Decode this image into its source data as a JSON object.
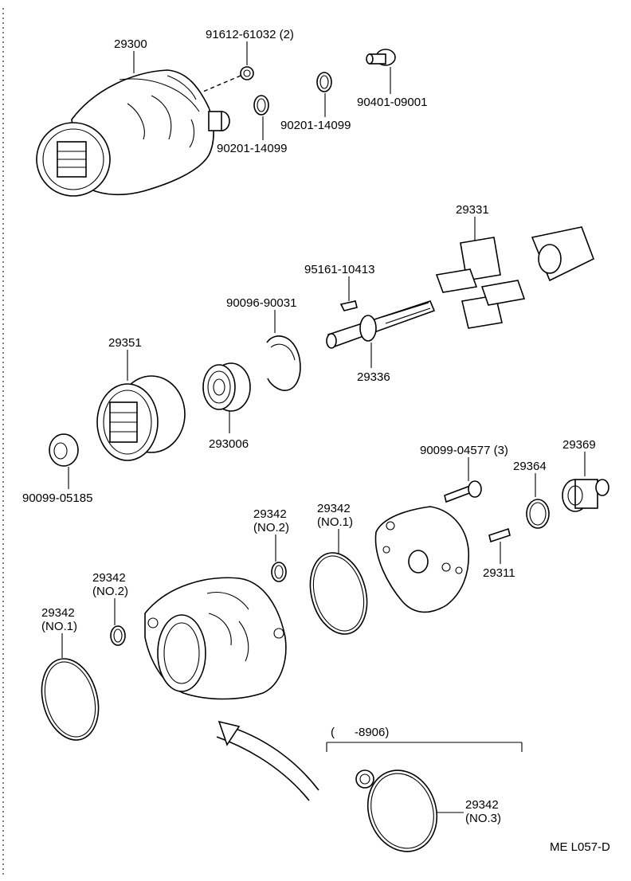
{
  "diagram_code": "ME L057-D",
  "parts": {
    "p29300": "29300",
    "p91612": "91612-61032 (2)",
    "p90401": "90401-09001",
    "p90201a": "90201-14099",
    "p90201b": "90201-14099",
    "p29331": "29331",
    "p95161": "95161-10413",
    "p90096": "90096-90031",
    "p29351": "29351",
    "p29336": "29336",
    "p293006": "293006",
    "p90099_05185": "90099-05185",
    "p90099_04577": "90099-04577 (3)",
    "p29364": "29364",
    "p29369": "29369",
    "p29311": "29311",
    "p29342_no2_upper_num": "29342",
    "p29342_no2_upper_sub": "(NO.2)",
    "p29342_no1_upper_num": "29342",
    "p29342_no1_upper_sub": "(NO.1)",
    "p29342_no2_lower_num": "29342",
    "p29342_no2_lower_sub": "(NO.2)",
    "p29342_no1_lower_num": "29342",
    "p29342_no1_lower_sub": "(NO.1)",
    "p29342_no3_num": "29342",
    "p29342_no3_sub": "(NO.3)"
  },
  "range_label": "(      -8906)"
}
